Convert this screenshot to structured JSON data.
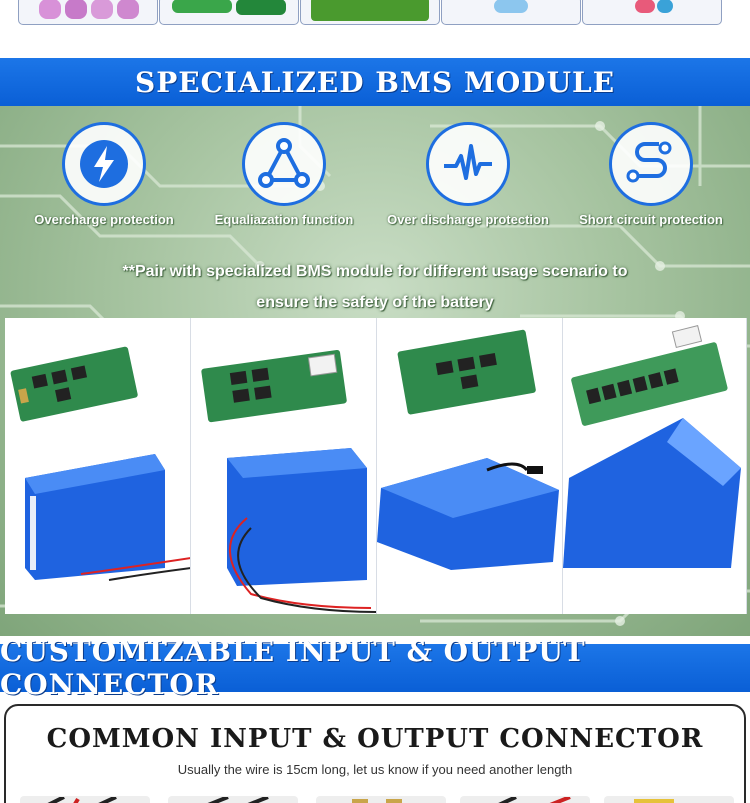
{
  "sections": {
    "bms_title": "SPECIALIZED BMS MODULE",
    "connector_title": "CUSTOMIZABLE INPUT & OUTPUT CONNECTOR"
  },
  "features": [
    {
      "label": "Overcharge protection",
      "icon": "lightning-icon"
    },
    {
      "label": "Equaliazation function",
      "icon": "triangle-nodes-icon"
    },
    {
      "label": "Over discharge protection",
      "icon": "pulse-wave-icon"
    },
    {
      "label": "Short circuit protection",
      "icon": "path-curve-icon"
    }
  ],
  "pair_note": {
    "line1": "**Pair with specialized BMS module for different usage scenario to",
    "line2": "ensure the safety of the battery"
  },
  "connector_box": {
    "title": "COMMON INPUT & OUTPUT CONNECTOR",
    "subtitle": "Usually the wire is 15cm long, let us know if you need another length"
  },
  "colors": {
    "banner_blue": "#0d66dc",
    "battery_blue": "#1f63e0",
    "pcb_green": "#2f8a4c",
    "circuit_bg": "#a7c4a1"
  }
}
